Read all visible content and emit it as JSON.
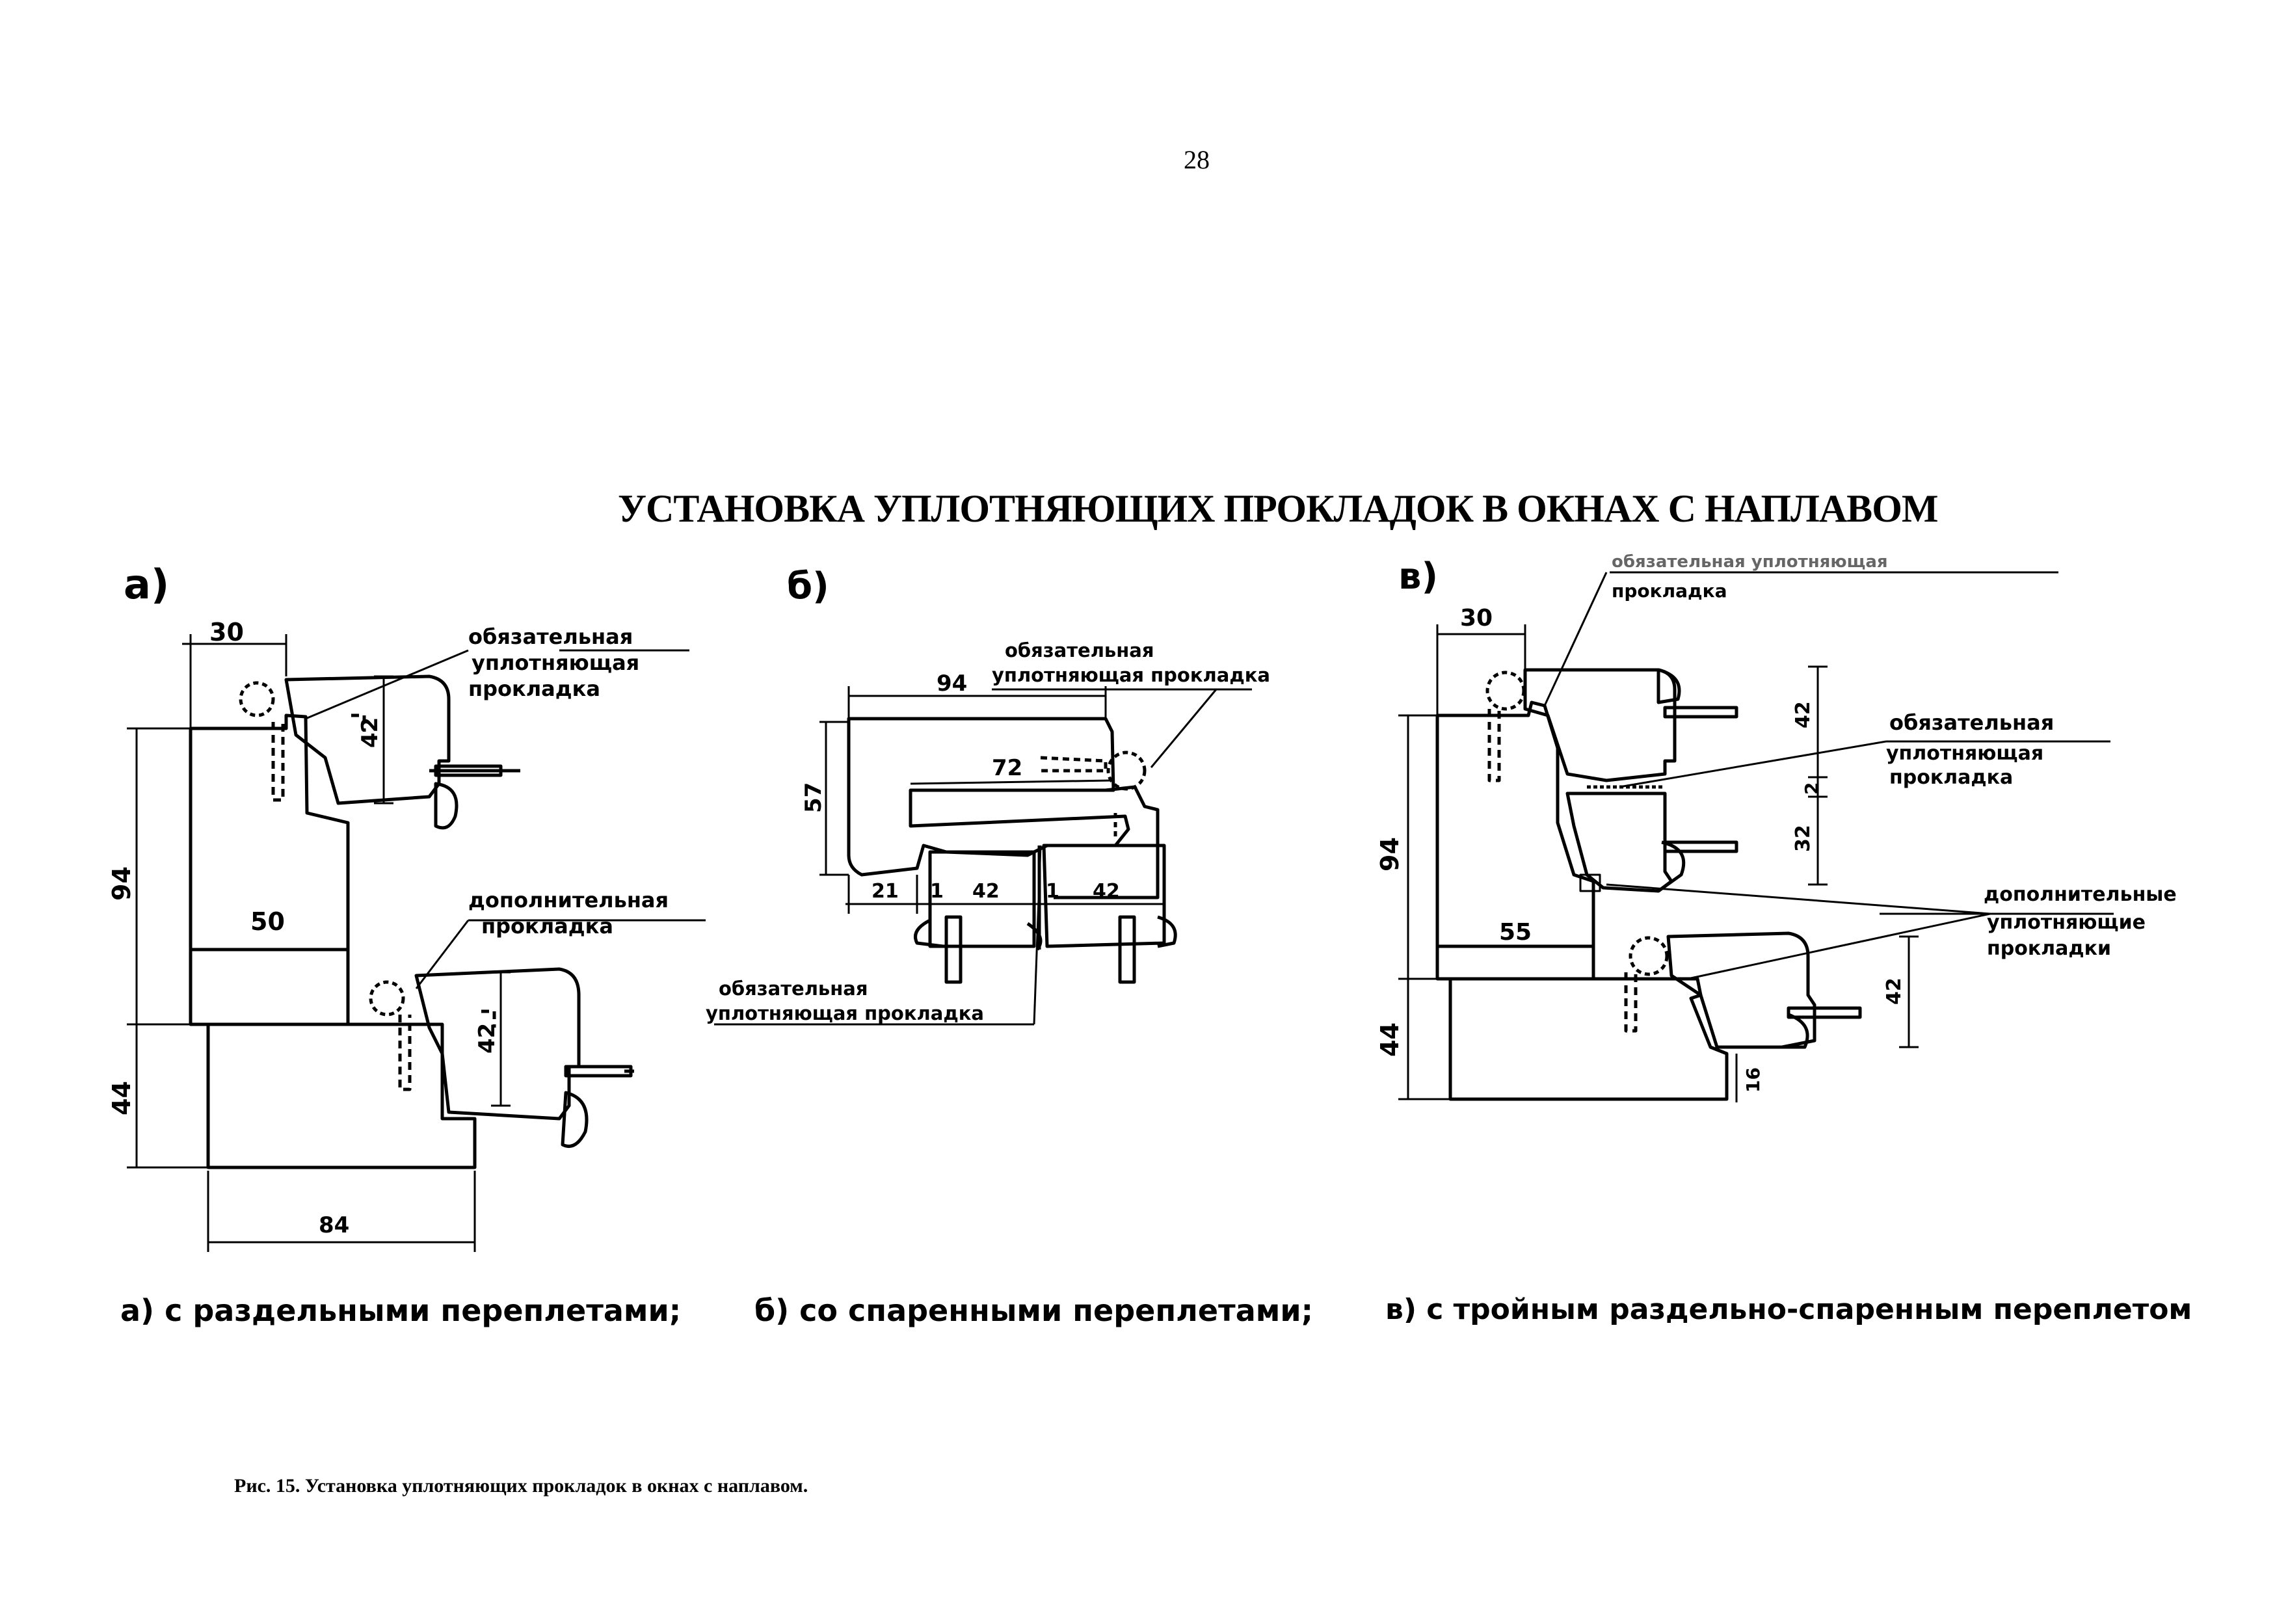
{
  "page_number": "28",
  "title": "УСТАНОВКА УПЛОТНЯЮЩИХ ПРОКЛАДОК В ОКНАХ С НАПЛАВОМ",
  "panels": [
    {
      "marker": "а)",
      "subtitle": "а) с раздельными переплетами;",
      "dimensions": {
        "d30": "30",
        "d42": "42",
        "d94": "94",
        "d50": "50",
        "d42b": "42",
        "d44": "44",
        "d84": "84"
      },
      "labels": {
        "required": [
          "обязательная",
          "уплотняющая",
          "прокладка"
        ],
        "additional": [
          "дополнительная",
          "прокладка"
        ]
      }
    },
    {
      "marker": "б)",
      "subtitle": "б) со спаренными переплетами;",
      "dimensions": {
        "d94": "94",
        "d72": "72",
        "d57": "57",
        "d21": "21",
        "d1a": "1",
        "d42a": "42",
        "d1b": "1",
        "d42b": "42"
      },
      "labels": {
        "required_top": [
          "обязательная",
          "уплотняющая прокладка"
        ],
        "required_bottom": [
          "обязательная",
          "уплотняющая прокладка"
        ]
      }
    },
    {
      "marker": "в)",
      "subtitle": "в) с тройным раздельно-спаренным переплетом",
      "dimensions": {
        "d30": "30",
        "d42a": "42",
        "d2": "2",
        "d32": "32",
        "d94": "94",
        "d55": "55",
        "d42b": "42",
        "d44": "44",
        "d16": "16"
      },
      "labels": {
        "required_top": [
          "обязательная уплотняющая",
          "прокладка"
        ],
        "required_mid": [
          "обязательная",
          "уплотняющая",
          "прокладка"
        ],
        "additional": [
          "дополнительные",
          "уплотняющие",
          "прокладки"
        ]
      }
    }
  ],
  "figure_caption": "Рис. 15. Установка уплотняющих прокладок в окнах с наплавом."
}
